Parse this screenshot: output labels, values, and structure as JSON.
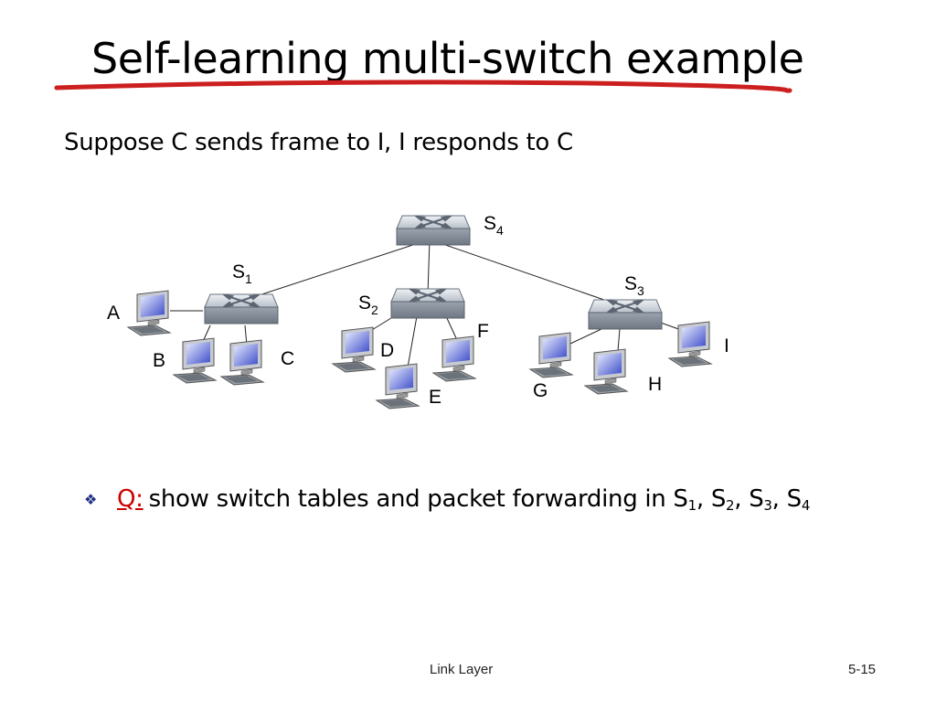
{
  "slide": {
    "title": "Self-learning multi-switch example",
    "subtitle": "Suppose C sends frame to I, I responds to C",
    "accent_color": "#cc1f1f"
  },
  "diagram": {
    "switches": [
      {
        "id": "S4",
        "label": "S",
        "sub": "4"
      },
      {
        "id": "S1",
        "label": "S",
        "sub": "1"
      },
      {
        "id": "S2",
        "label": "S",
        "sub": "2"
      },
      {
        "id": "S3",
        "label": "S",
        "sub": "3"
      }
    ],
    "hosts": [
      "A",
      "B",
      "C",
      "D",
      "E",
      "F",
      "G",
      "H",
      "I"
    ],
    "links": [
      [
        "S4",
        "S1"
      ],
      [
        "S4",
        "S2"
      ],
      [
        "S4",
        "S3"
      ],
      [
        "S1",
        "A"
      ],
      [
        "S1",
        "B"
      ],
      [
        "S1",
        "C"
      ],
      [
        "S2",
        "D"
      ],
      [
        "S2",
        "E"
      ],
      [
        "S2",
        "F"
      ],
      [
        "S3",
        "G"
      ],
      [
        "S3",
        "H"
      ],
      [
        "S3",
        "I"
      ]
    ]
  },
  "question": {
    "bullet_icon": "diamond-bullet-icon",
    "q_label": "Q:",
    "text": "show switch tables and packet forwarding in S",
    "s1": "1",
    "s2": "2",
    "s3": "3",
    "s4": "4",
    "sep": ", S"
  },
  "footer": {
    "center": "Link Layer",
    "page": "5-15"
  }
}
